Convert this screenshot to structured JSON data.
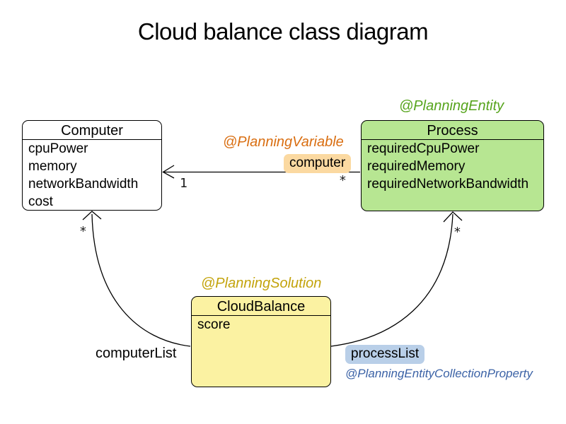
{
  "title": "Cloud balance class diagram",
  "classes": {
    "computer": {
      "name": "Computer",
      "fields": [
        "cpuPower",
        "memory",
        "networkBandwidth",
        "cost"
      ]
    },
    "process": {
      "name": "Process",
      "annotation": "@PlanningEntity",
      "fields": [
        "requiredCpuPower",
        "requiredMemory",
        "requiredNetworkBandwidth"
      ]
    },
    "cloudBalance": {
      "name": "CloudBalance",
      "annotation": "@PlanningSolution",
      "fields": [
        "score"
      ]
    }
  },
  "relations": {
    "planningVariable": {
      "annotation": "@PlanningVariable",
      "label": "computer",
      "multiplicity_target": "1",
      "multiplicity_source": "*"
    },
    "computerList": {
      "label": "computerList",
      "multiplicity": "*"
    },
    "processList": {
      "label": "processList",
      "annotation": "@PlanningEntityCollectionProperty",
      "multiplicity": "*"
    }
  },
  "colors": {
    "computer_fill": "#ffffff",
    "process_fill": "#b7e692",
    "cloudbalance_fill": "#fbf2a2",
    "computer_chip_fill": "#fbd9a1",
    "processlist_chip_fill": "#b9cfe8",
    "entity_annotation": "#56a41c",
    "variable_annotation": "#d96e11",
    "solution_annotation": "#c3a30b",
    "collection_annotation": "#3b62a6",
    "line": "#000000"
  }
}
